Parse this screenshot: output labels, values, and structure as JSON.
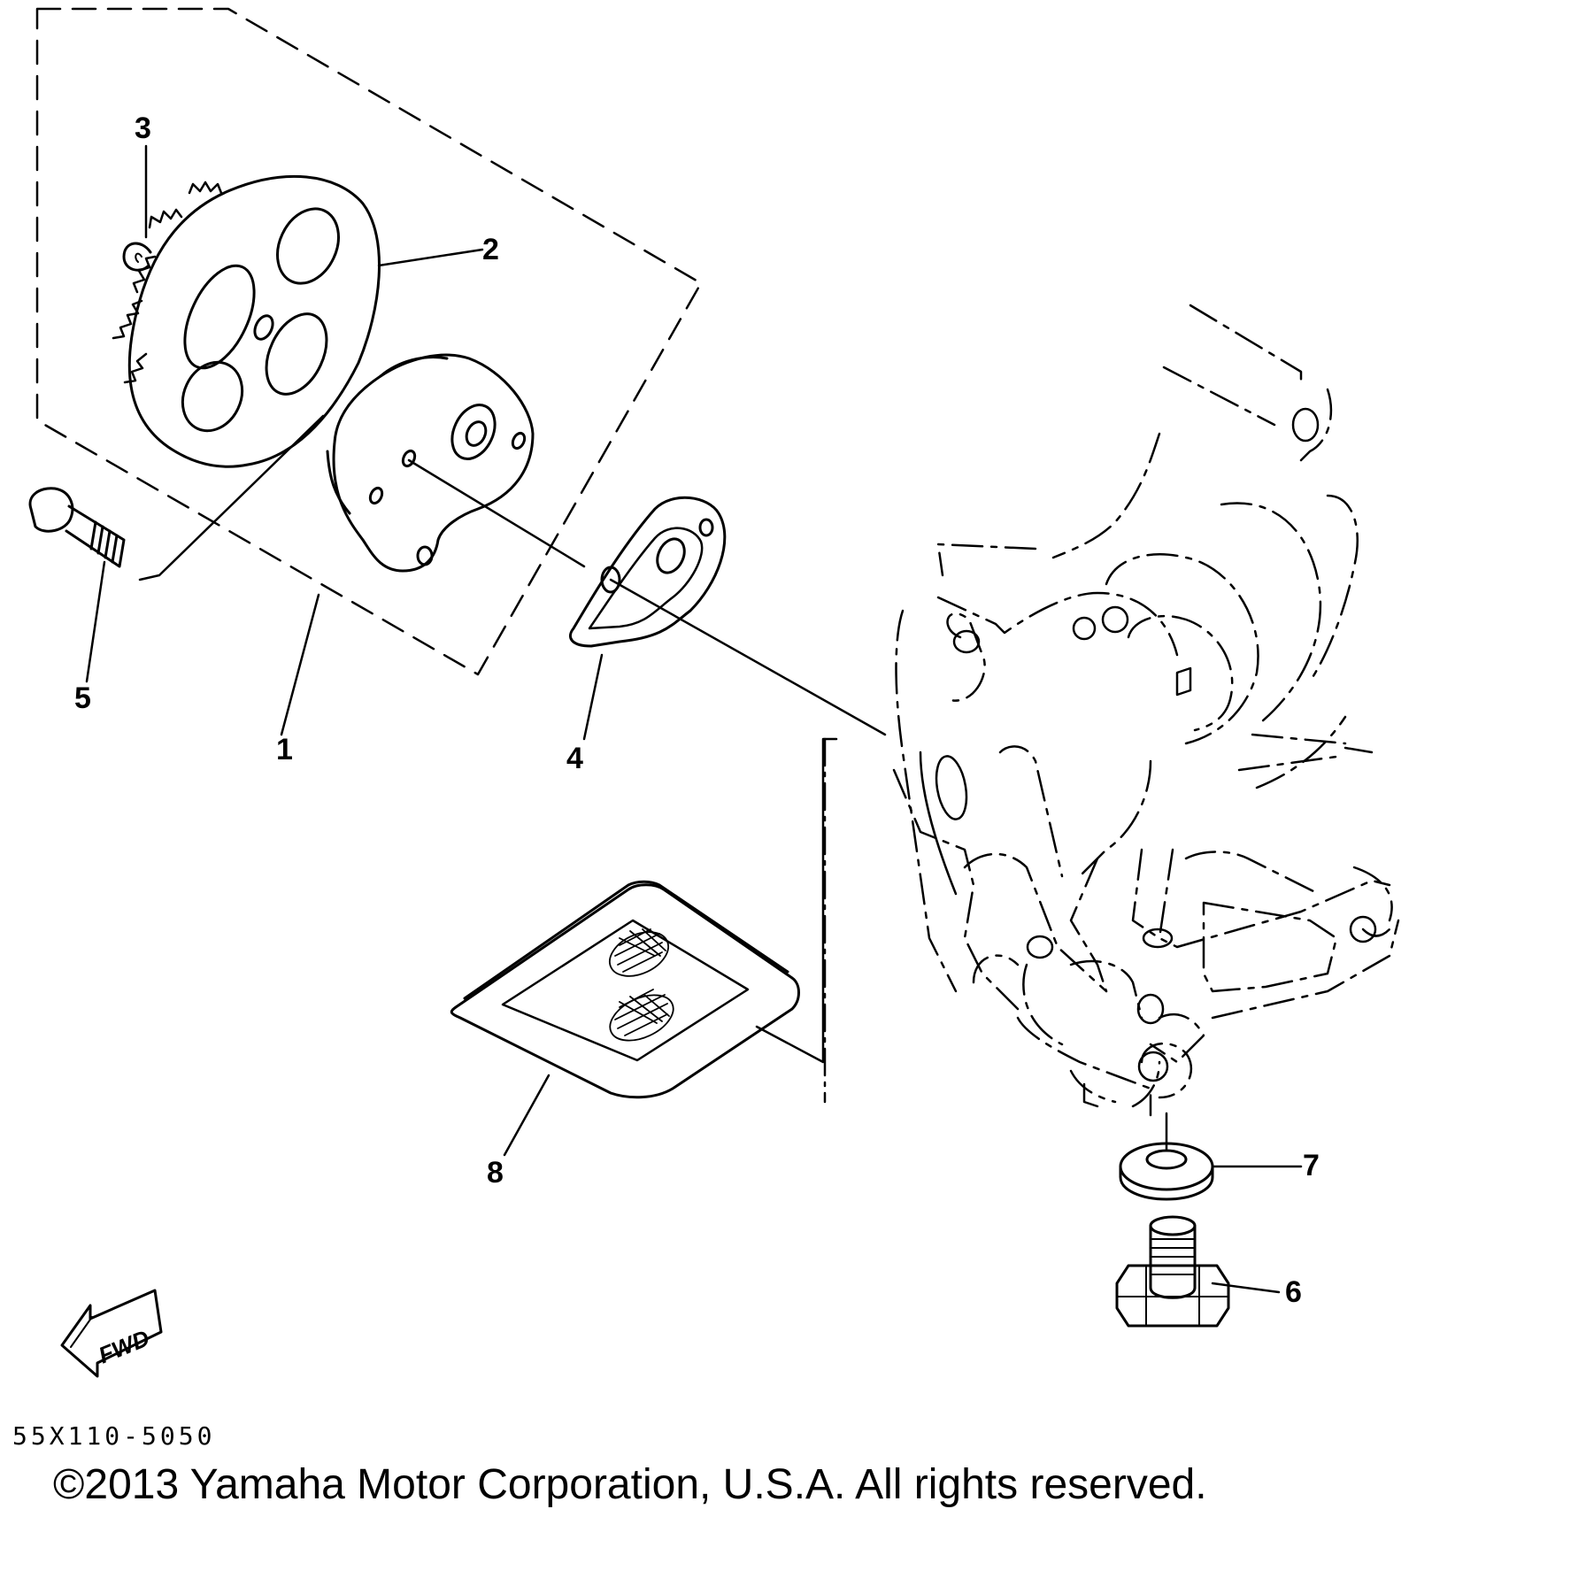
{
  "callouts": {
    "c1": "1",
    "c2": "2",
    "c3": "3",
    "c4": "4",
    "c5": "5",
    "c6": "6",
    "c7": "7",
    "c8": "8"
  },
  "fwd_label": "FWD",
  "part_code": "55X110-5050",
  "copyright": "©2013 Yamaha Motor Corporation, U.S.A. All rights reserved.",
  "colors": {
    "line": "#000000",
    "background": "#ffffff"
  },
  "icons": [
    "fwd-arrow-icon"
  ]
}
